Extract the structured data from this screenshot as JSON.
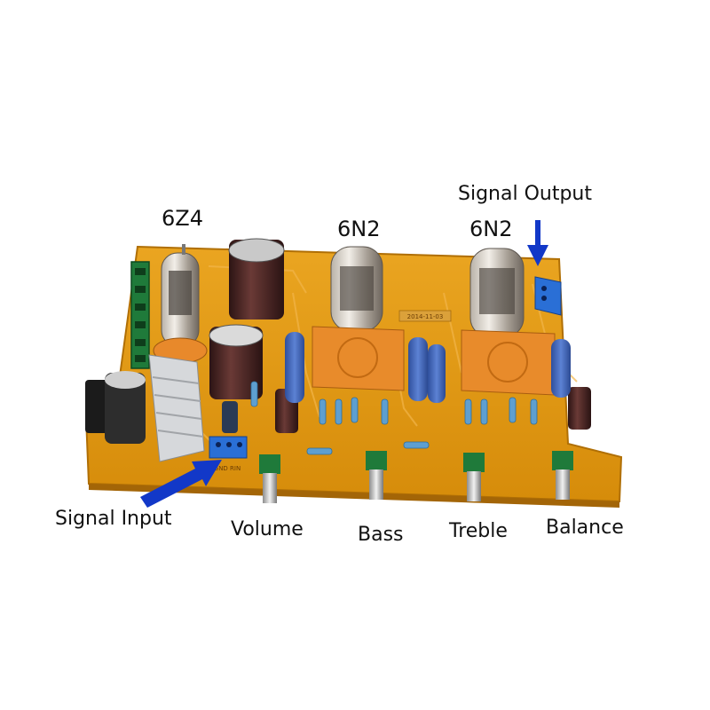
{
  "labels": {
    "tube_1": "6Z4",
    "tube_2": "6N2",
    "tube_3": "6N2",
    "signal_output": "Signal Output",
    "signal_input": "Signal Input",
    "volume": "Volume",
    "bass": "Bass",
    "treble": "Treble",
    "balance": "Balance"
  },
  "board_text": {
    "date_stamp": "2014-11-03",
    "terminal_label": "GND RIN"
  },
  "colors": {
    "pcb": "#e29a10",
    "pcb_dark": "#c57d06",
    "arrow": "#1238c8",
    "capacitor_film": "#3e63b5",
    "capacitor_electrolytic": "#4a2424",
    "terminal_block": "#2a6fd6",
    "heatsink": "#cfd2d6"
  }
}
